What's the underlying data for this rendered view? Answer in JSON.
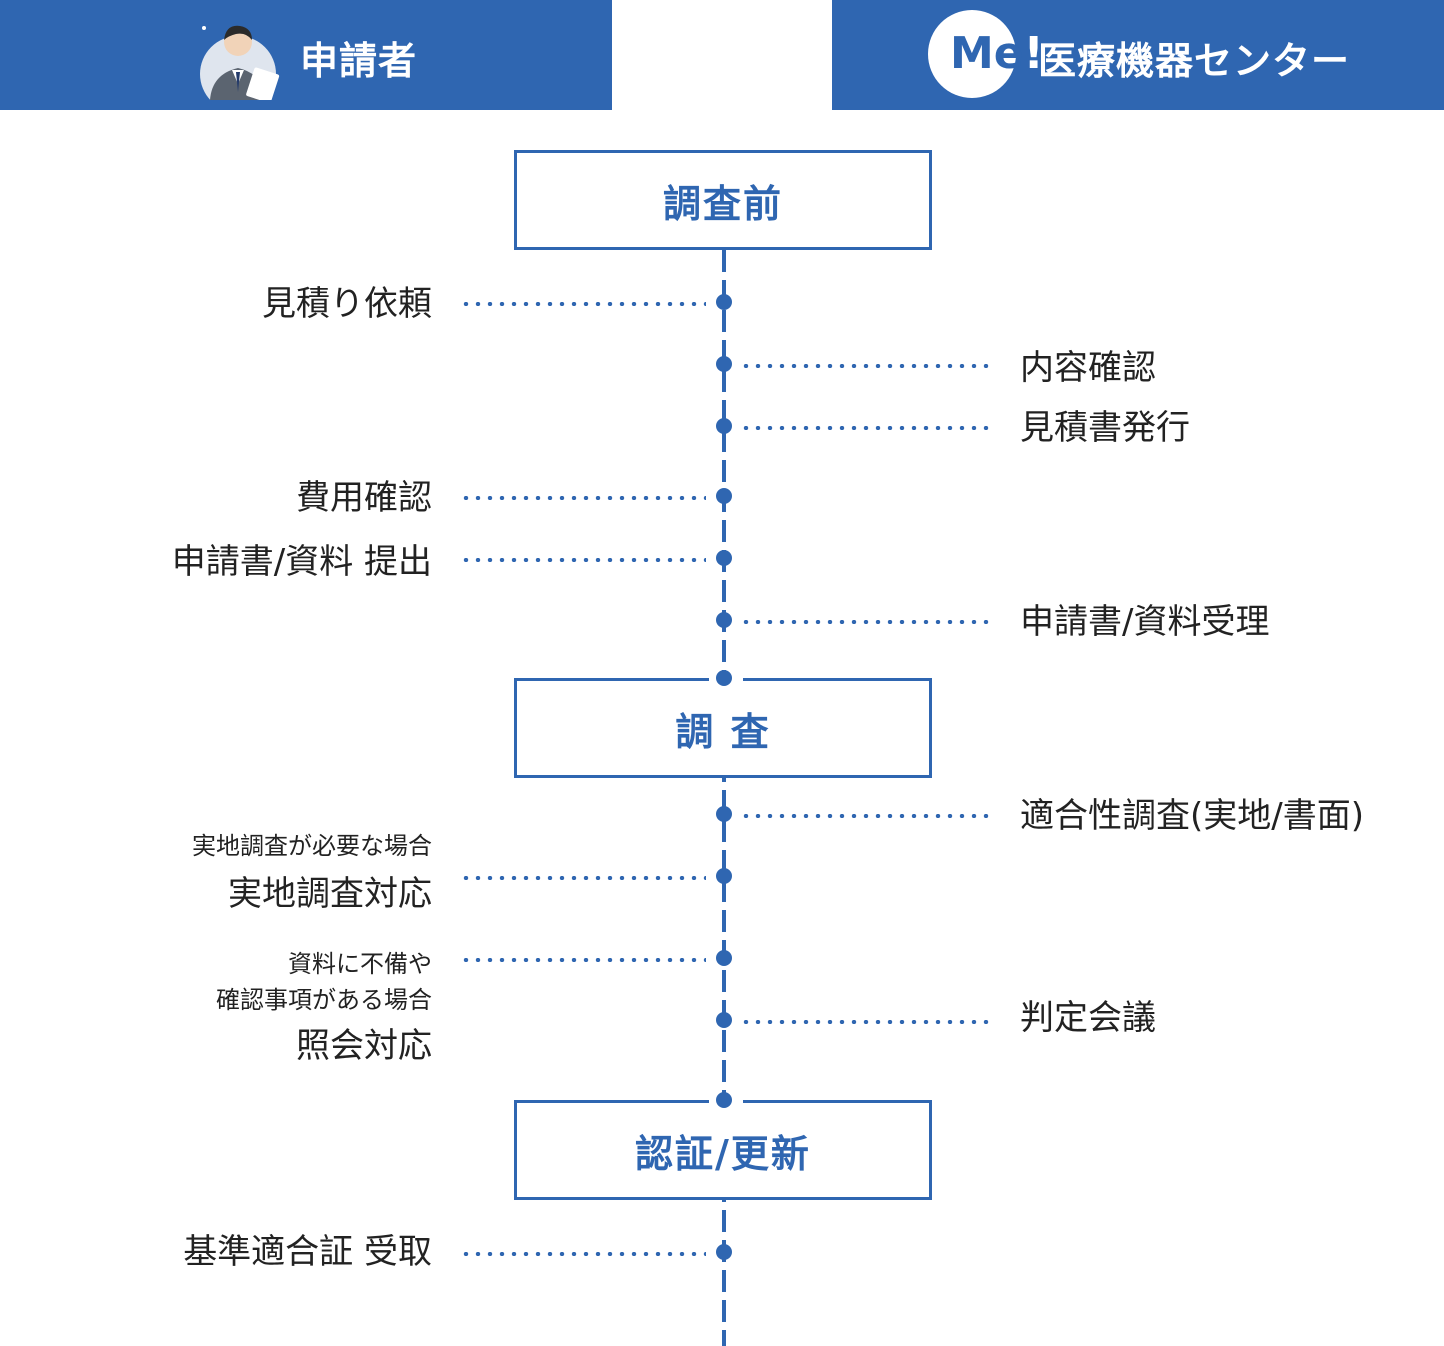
{
  "header": {
    "applicant_title": "申請者",
    "center_logo_text": "Me",
    "center_logo_tail": "!",
    "center_title": "医療機器センター",
    "brand_color": "#2f66b1"
  },
  "stages": {
    "pre_survey": "調査前",
    "survey": "調 査",
    "certification": "認証/更新"
  },
  "steps": {
    "estimate_request": "見積り依頼",
    "content_check": "内容確認",
    "estimate_issue": "見積書発行",
    "cost_check": "費用確認",
    "submit_documents": "申請書/資料 提出",
    "accept_documents": "申請書/資料受理",
    "conformity_survey": "適合性調査(実地/書面)",
    "onsite_note": "実地調査が必要な場合",
    "onsite_response": "実地調査対応",
    "inquiry_note_1": "資料に不備や",
    "inquiry_note_2": "確認事項がある場合",
    "inquiry_response": "照会対応",
    "decision_meeting": "判定会議",
    "receive_certificate": "基準適合証 受取"
  }
}
